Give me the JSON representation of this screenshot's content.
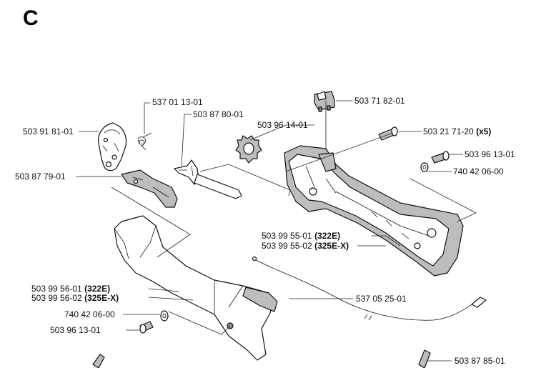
{
  "diagram": {
    "section_letter": "C",
    "labels": {
      "p537011301": "537 01 13-01",
      "p503878001": "503 87 80-01",
      "p503918101": "503 91 81-01",
      "p503961401": "503 96 14-01",
      "p503718201": "503 71 82-01",
      "p503217120": "503 21 71-20",
      "p503217120_qty": "(x5)",
      "p503961301_top": "503 96 13-01",
      "p740420600_top": "740 42 06-00",
      "p503877901": "503 87 79-01",
      "p503995501": "503 99 55-01",
      "p503995501_model": "(322E)",
      "p503995502": "503 99 55-02",
      "p503995502_model": "(325E-X)",
      "p503995601": "503 99 56-01",
      "p503995601_model": "(322E)",
      "p503995602": "503 99 56-02",
      "p503995602_model": "(325E-X)",
      "p537052501": "537 05 25-01",
      "p740420600_bot": "740 42 06-00",
      "p503961301_bot": "503 96 13-01",
      "p503878501": "503 87 85-01"
    }
  }
}
